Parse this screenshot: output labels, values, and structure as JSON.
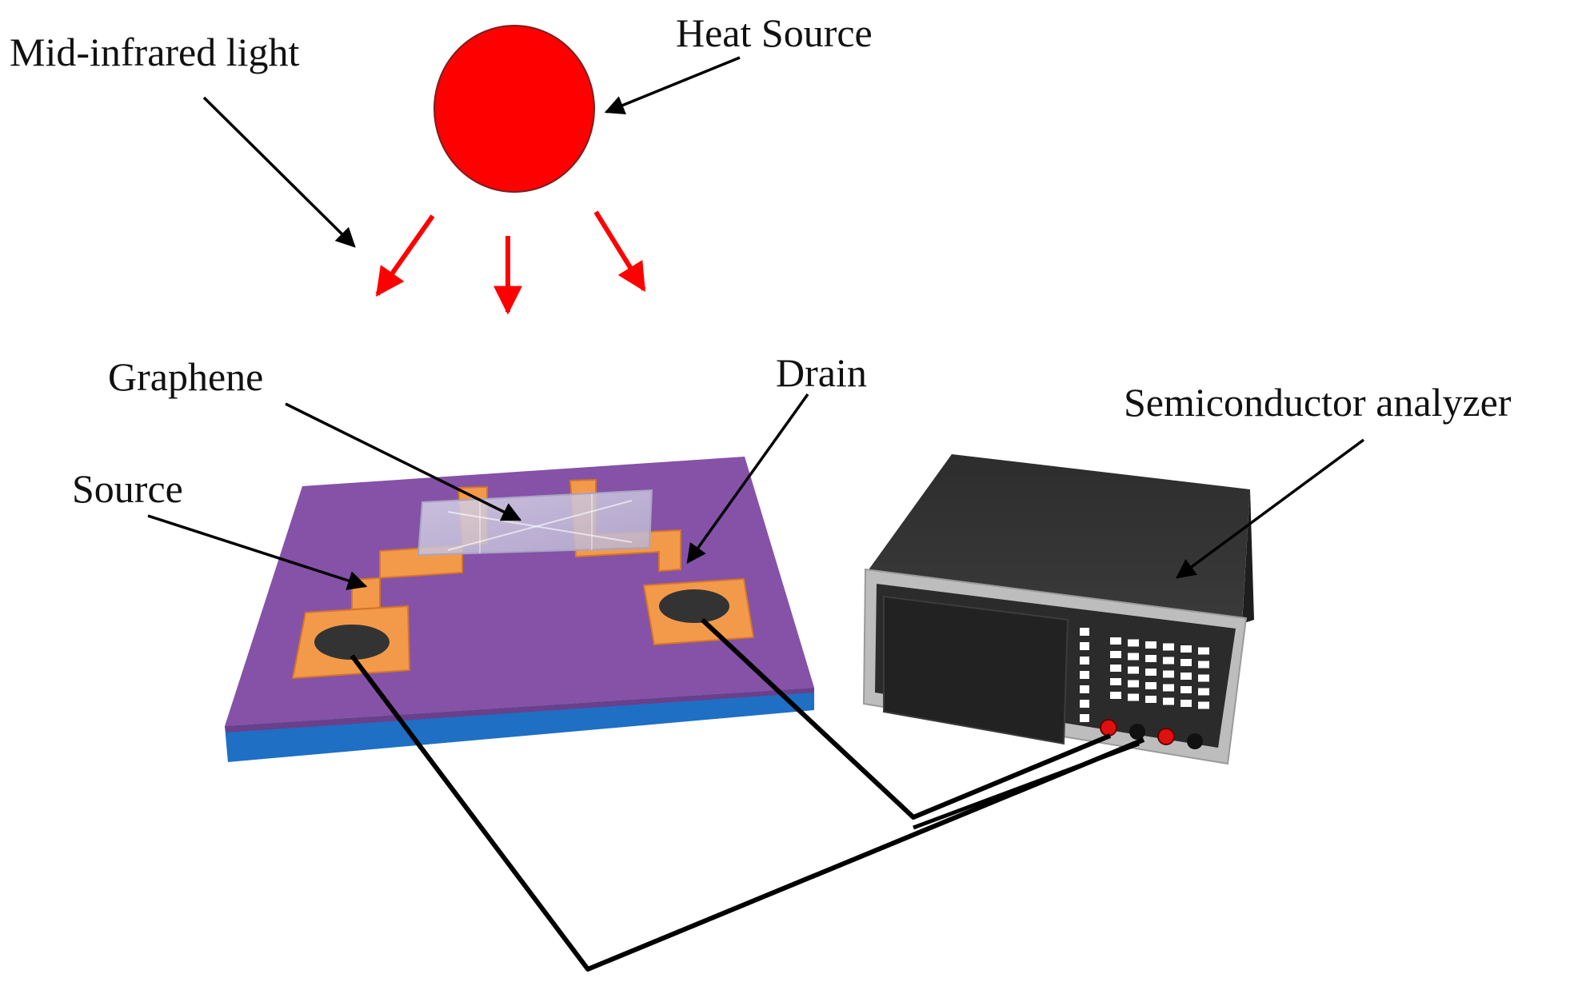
{
  "labels": {
    "mid_infrared_light": "Mid-infrared light",
    "heat_source": "Heat Source",
    "graphene": "Graphene",
    "drain": "Drain",
    "source": "Source",
    "semiconductor_analyzer": "Semiconductor analyzer"
  },
  "colors": {
    "heat_source": "#ff0000",
    "ir_rays": "#ff0000",
    "substrate_top": "#8552a8",
    "substrate_side": "#1f6fc4",
    "electrode": "#f39a4a",
    "contact_pad": "#333333",
    "analyzer_body": "#2b2b2b",
    "analyzer_frame": "#bdbdbd",
    "terminal_red": "#e01010",
    "wire": "#000000"
  }
}
